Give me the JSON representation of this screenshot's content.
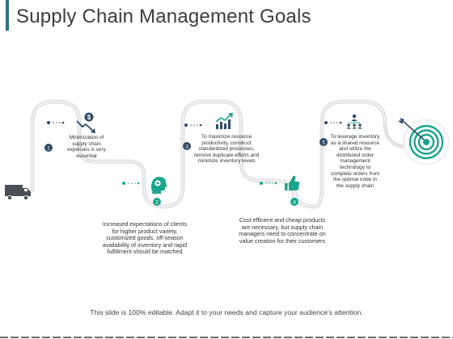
{
  "title": "Supply Chain Management Goals",
  "steps": [
    {
      "number": "1",
      "text": "Minimization of supply chain expenses is very essential",
      "icon": "dollar-trend-down-icon"
    },
    {
      "number": "2",
      "text": "Increased expectations of clients for higher product variety, customized goods, off-season availability of inventory and rapid fulfillment should be matched",
      "icon": "head-gear-icon"
    },
    {
      "number": "3",
      "text": "To maximize resource productivity, construct standardized processes, remove duplicate efforts and minimize inventory levels",
      "icon": "bar-chart-growth-icon"
    },
    {
      "number": "4",
      "text": "Cost efficient and cheap products are necessary, but supply chain managers need to concentrate on value creation for their customers",
      "icon": "thumbs-up-icon"
    },
    {
      "number": "5",
      "text": "To leverage inventory as a shared resource and utilize the distributed order management technology to complete orders from the optimal node in the supply chain",
      "icon": "network-people-icon"
    }
  ],
  "footer": "This slide is 100% editable. Adapt it to your needs and capture your audience's attention.",
  "colors": {
    "path": "#e2e2e2",
    "navy": "#2f4a68",
    "teal": "#1aa58c",
    "accent": "#2f6f86",
    "truck": "#4a4f57"
  }
}
